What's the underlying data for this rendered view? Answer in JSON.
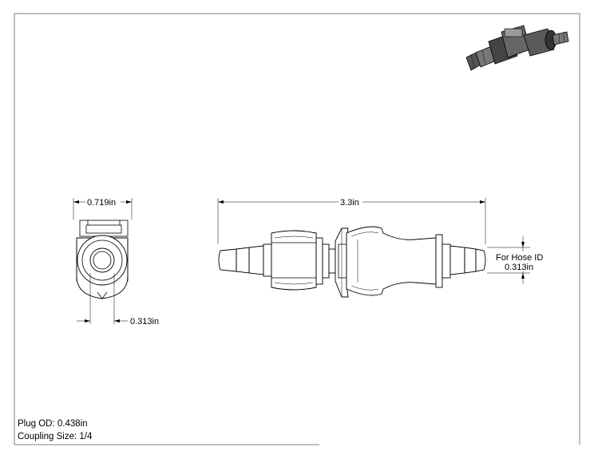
{
  "drawing": {
    "dimensions": {
      "front_width": "0.719in",
      "front_bore": "0.313in",
      "overall_length": "3.3in",
      "hose_id_label": "For Hose ID",
      "hose_id_value": "0.313in"
    },
    "notes": {
      "plug_od": "Plug OD: 0.438in",
      "coupling_size": "Coupling Size: 1/4"
    }
  }
}
